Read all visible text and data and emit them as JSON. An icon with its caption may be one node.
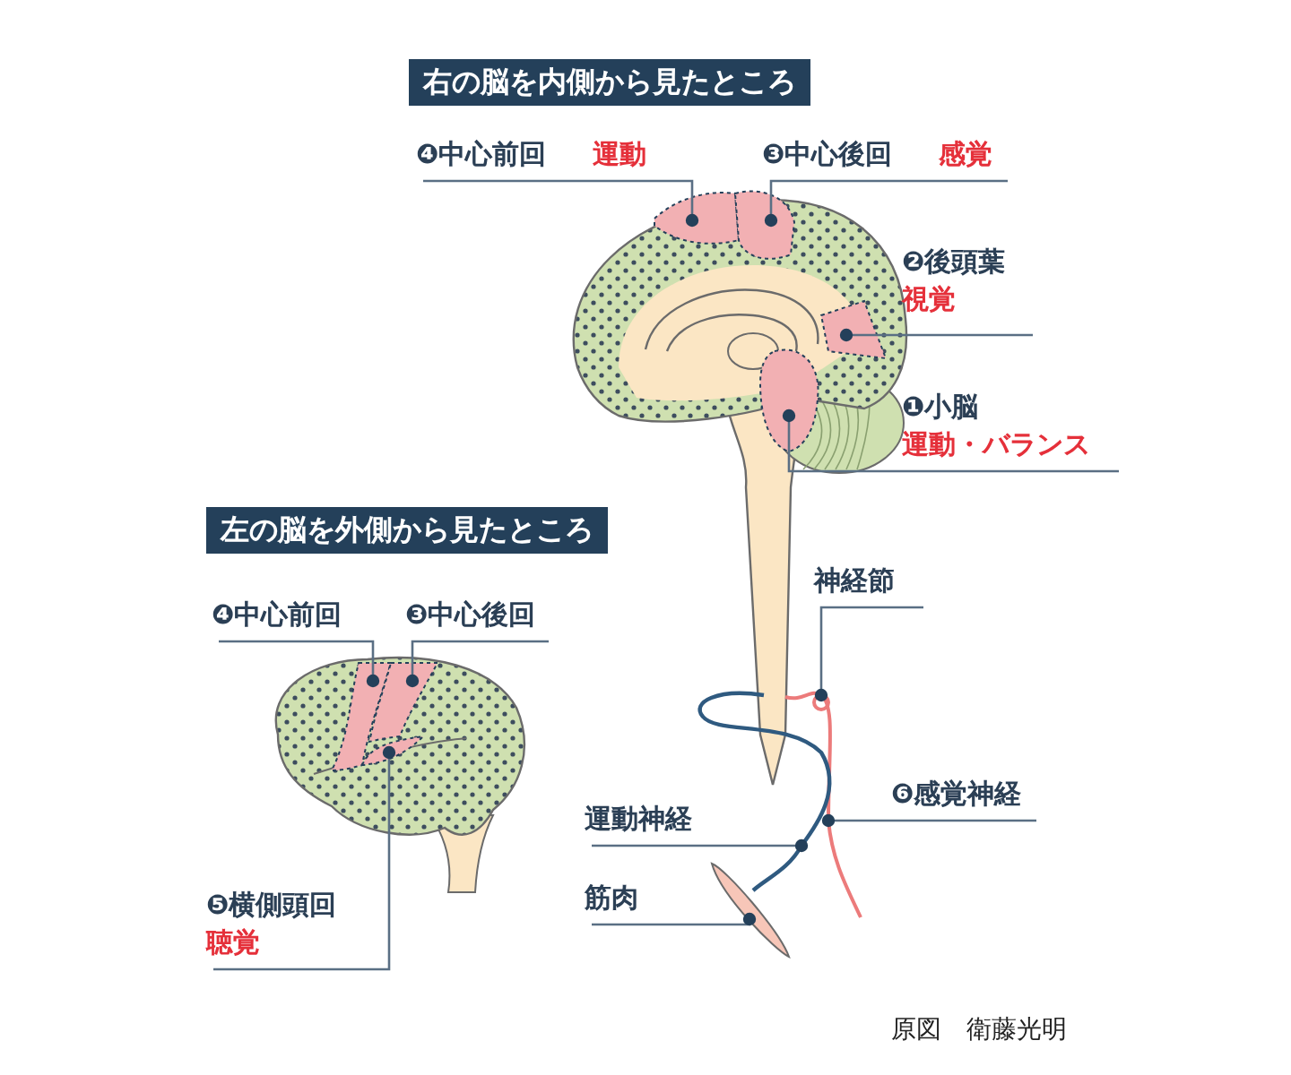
{
  "diagram": {
    "nodes": [
      {
        "text": [
          "❹中心前回",
          "運動"
        ]
      },
      {
        "text": [
          "❸中心後回",
          "感覚"
        ]
      },
      {
        "text": [
          "❷後頭葉",
          "視覚"
        ]
      },
      {
        "text": [
          "❶小脳",
          "運動・バランス"
        ]
      },
      {
        "text": [
          "❹中心前回"
        ]
      },
      {
        "text": [
          "❸中心後回"
        ]
      },
      {
        "text": [
          "❺横側頭回",
          "聴覚"
        ]
      },
      {
        "text": [
          "神経節"
        ]
      },
      {
        "text": [
          "❻感覚神経"
        ]
      },
      {
        "text": [
          "運動神経"
        ]
      },
      {
        "text": [
          "筋肉"
        ]
      },
      {
        "text": [],
        "shape": "area"
      },
      {
        "text": [],
        "shape": "area"
      },
      {
        "text": [],
        "shape": "area"
      },
      {
        "text": [],
        "shape": "area"
      },
      {
        "text": [],
        "shape": "area"
      },
      {
        "text": [],
        "shape": "area"
      },
      {
        "text": [],
        "shape": "area"
      },
      {
        "text": [],
        "shape": "circle"
      },
      {
        "text": [],
        "shape": "line"
      },
      {
        "text": [],
        "shape": "line"
      },
      {
        "text": [],
        "shape": "picture"
      }
    ],
    "edges": [
      {
        "from": 0,
        "to": 11,
        "arrow": "other"
      },
      {
        "from": 1,
        "to": 12,
        "arrow": "other"
      },
      {
        "from": 2,
        "to": 13,
        "arrow": "other"
      },
      {
        "from": 3,
        "to": 14,
        "arrow": "other"
      },
      {
        "from": 4,
        "to": 15,
        "arrow": "other"
      },
      {
        "from": 5,
        "to": 16,
        "arrow": "other"
      },
      {
        "from": 6,
        "to": 17,
        "arrow": "other"
      },
      {
        "from": 7,
        "to": 18,
        "arrow": "other"
      },
      {
        "from": 8,
        "to": 19,
        "arrow": "other"
      },
      {
        "from": 9,
        "to": 20,
        "arrow": "other"
      },
      {
        "from": 10,
        "to": 21,
        "arrow": "other"
      }
    ],
    "labels": [
      "右の脳を内側から見たところ",
      "左の脳を外側から見たところ",
      "原図　衛藤光明"
    ]
  }
}
